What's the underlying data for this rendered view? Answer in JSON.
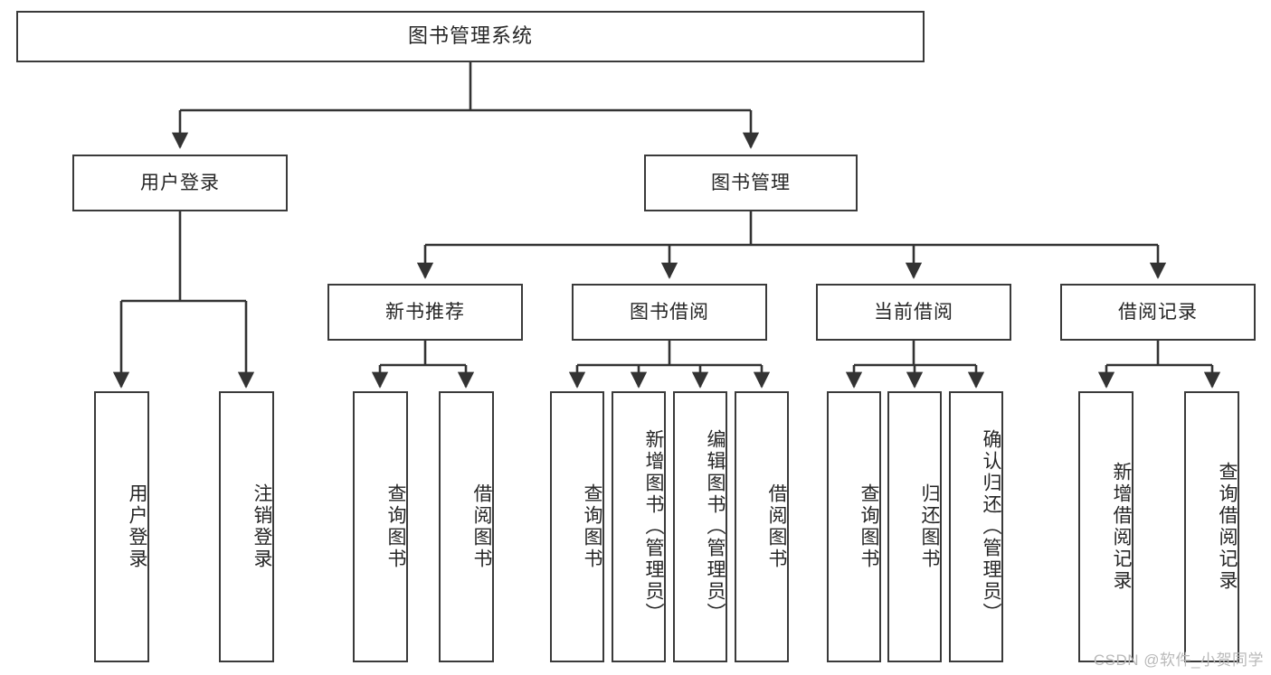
{
  "diagram": {
    "title": "图书管理系统",
    "type": "hierarchy-tree",
    "watermark": "CSDN @软件_小贺同学",
    "colors": {
      "box_border": "#3a3a3a",
      "box_fill": "#ffffff",
      "connector": "#333333",
      "text": "#262626",
      "watermark": "#b9b9b9",
      "background": "#ffffff"
    },
    "root": {
      "label": "图书管理系统"
    },
    "level2": [
      {
        "label": "用户登录"
      },
      {
        "label": "图书管理"
      }
    ],
    "level3": [
      {
        "label": "新书推荐"
      },
      {
        "label": "图书借阅"
      },
      {
        "label": "当前借阅"
      },
      {
        "label": "借阅记录"
      }
    ],
    "leaves": {
      "user_login": [
        {
          "label": "用户登录"
        },
        {
          "label": "注销登录"
        }
      ],
      "new_book_recommend": [
        {
          "label": "查询图书"
        },
        {
          "label": "借阅图书"
        }
      ],
      "book_borrow": [
        {
          "label": "查询图书"
        },
        {
          "label": "新增图书（管理员）"
        },
        {
          "label": "编辑图书（管理员）"
        },
        {
          "label": "借阅图书"
        }
      ],
      "current_borrow": [
        {
          "label": "查询图书"
        },
        {
          "label": "归还图书"
        },
        {
          "label": "确认归还（管理员）"
        }
      ],
      "borrow_record": [
        {
          "label": "新增借阅记录"
        },
        {
          "label": "查询借阅记录"
        }
      ]
    }
  }
}
